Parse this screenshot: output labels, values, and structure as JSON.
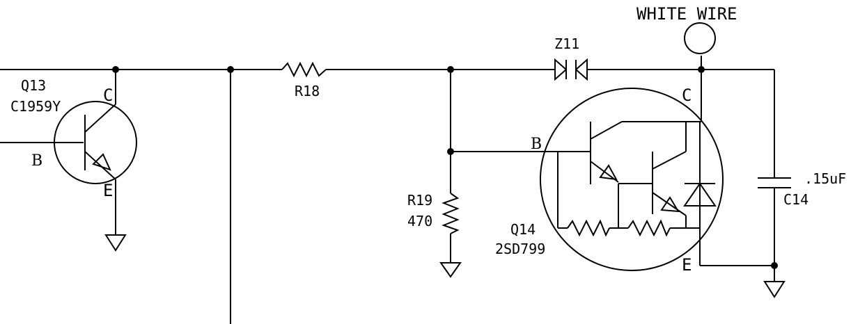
{
  "labels": {
    "q13_ref": "Q13",
    "q13_part": "C1959Y",
    "q13_collector": "C",
    "q13_base": "B",
    "q13_emitter": "E",
    "r18": "R18",
    "r19_ref": "R19",
    "r19_value": "470",
    "z11": "Z11",
    "white_wire": "WHITE WIRE",
    "q14_ref": "Q14",
    "q14_part": "2SD799",
    "q14_base": "B",
    "q14_collector": "C",
    "q14_emitter": "E",
    "c14_ref": "C14",
    "c14_value": ".15uF"
  }
}
